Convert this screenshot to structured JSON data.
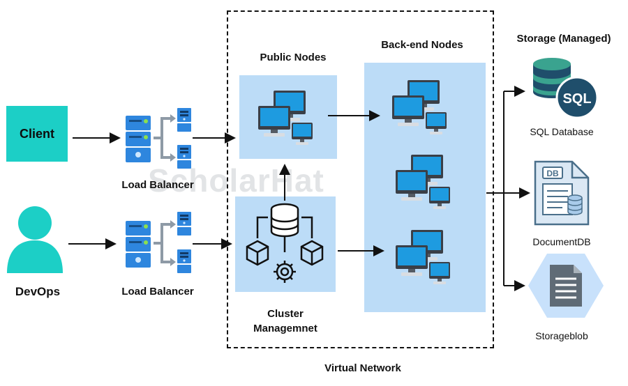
{
  "nodes": {
    "client": "Client",
    "devops": "DevOps",
    "load_balancer_1": "Load Balancer",
    "load_balancer_2": "Load Balancer",
    "public_nodes": "Public Nodes",
    "backend_nodes": "Back-end Nodes",
    "cluster_management": [
      "Cluster",
      "Managemnet"
    ],
    "virtual_network": "Virtual Network",
    "storage_title": "Storage (Managed)",
    "sql_database": "SQL Database",
    "sql_icon_text": "SQL",
    "documentdb": "DocumentDB",
    "db_icon_text": "DB",
    "storageblob": "Storageblob"
  },
  "watermark": "ScholarHat",
  "colors": {
    "teal": "#1ccfc6",
    "panel_blue": "#bcdcf7",
    "server_blue": "#2e86de",
    "monitor_blue": "#1e9be0",
    "db_green": "#3aa38f",
    "db_navy": "#1f4e6b",
    "arrow": "#111111"
  },
  "icons": [
    "person-icon",
    "server-icon",
    "computer-network-icon",
    "database-icon",
    "cube-icon",
    "gear-icon",
    "sql-database-icon",
    "document-db-icon",
    "storage-blob-icon"
  ]
}
